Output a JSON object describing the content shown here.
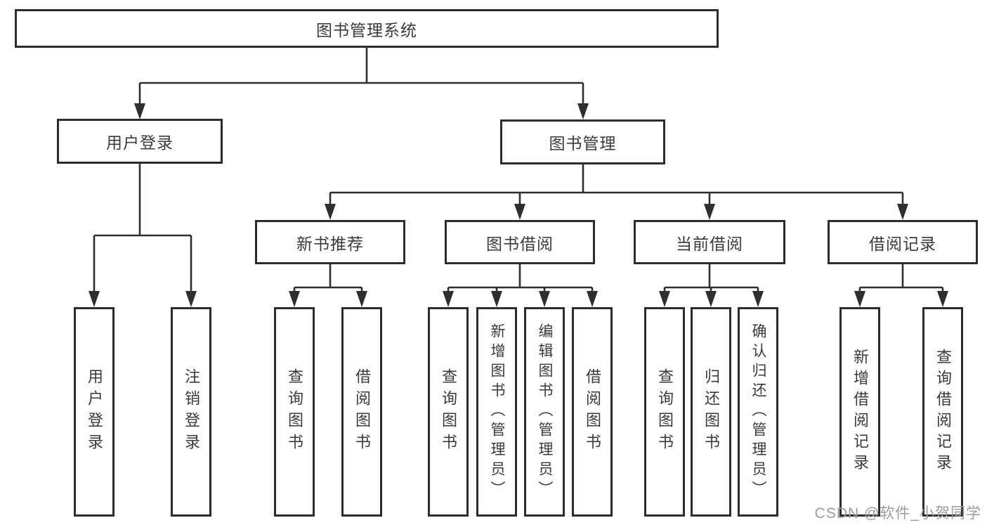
{
  "diagram": {
    "root": {
      "label": "图书管理系统"
    },
    "level2": {
      "user_login": {
        "label": "用户登录"
      },
      "book_management": {
        "label": "图书管理"
      }
    },
    "level3": {
      "new_book_recommend": {
        "label": "新书推荐"
      },
      "book_borrow": {
        "label": "图书借阅"
      },
      "current_borrow": {
        "label": "当前借阅"
      },
      "borrow_records": {
        "label": "借阅记录"
      }
    },
    "leaves": {
      "login": {
        "label": "用户登录"
      },
      "logout": {
        "label": "注销登录"
      },
      "nbr_query_books": {
        "label": "查询图书"
      },
      "nbr_borrow_books": {
        "label": "借阅图书"
      },
      "bb_query_books": {
        "label": "查询图书"
      },
      "bb_add_books": {
        "label": "新增图书（管理员）"
      },
      "bb_edit_books": {
        "label": "编辑图书（管理员）"
      },
      "bb_borrow_books": {
        "label": "借阅图书"
      },
      "cb_query_books": {
        "label": "查询图书"
      },
      "cb_return_books": {
        "label": "归还图书"
      },
      "cb_confirm_return": {
        "label": "确认归还（管理员）"
      },
      "br_add_record": {
        "label": "新增借阅记录"
      },
      "br_query_record": {
        "label": "查询借阅记录"
      }
    }
  },
  "watermark": {
    "text": "CSDN @软件_小贺同学"
  },
  "colors": {
    "line": "#2f2f2f",
    "border": "#2d2d2d",
    "text": "#3a3a3a",
    "watermark": "#9c9c9c",
    "background": "#ffffff"
  }
}
